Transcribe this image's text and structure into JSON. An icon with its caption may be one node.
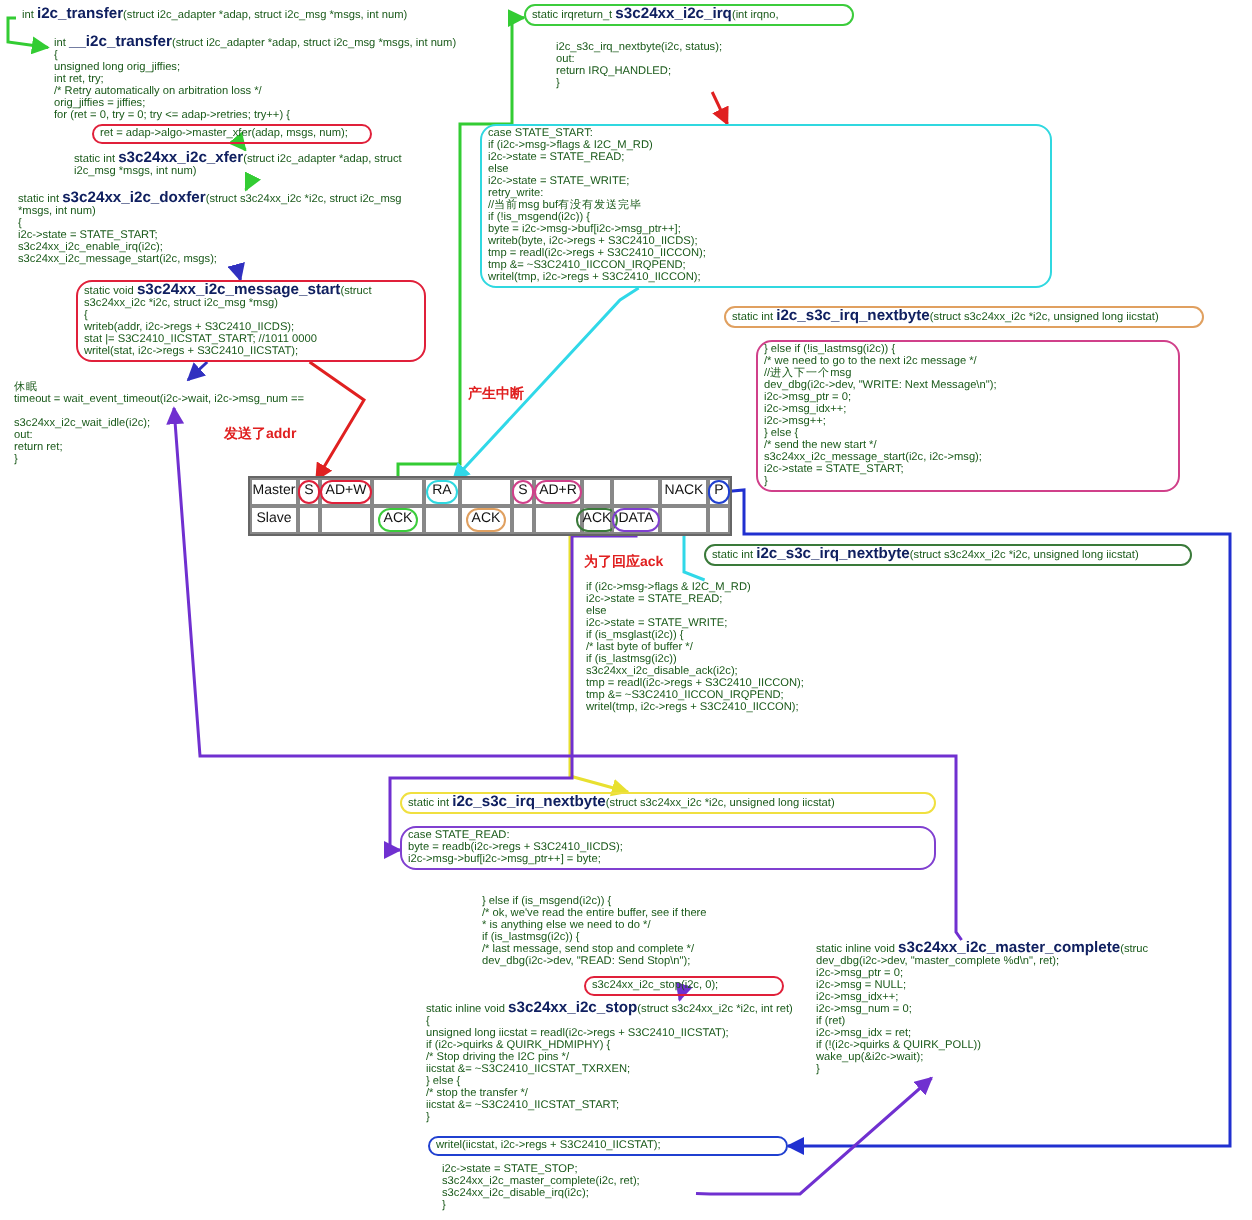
{
  "diagram": {
    "nodes": [
      {
        "text": [
          "int **i2c_transfer**(struct i2c_adapter *adap, struct i2c_msg *msgs, int num)"
        ]
      },
      {
        "text": [
          "int **__i2c_transfer**(struct i2c_adapter *adap, struct i2c_msg *msgs, int num)",
          "{",
          "unsigned long orig_jiffies;",
          "int ret, try;",
          "/* Retry automatically on arbitration loss */",
          "orig_jiffies = jiffies;",
          "for (ret = 0, try = 0; try <= adap->retries; try++) {"
        ]
      },
      {
        "text": [
          "ret = adap->algo->master_xfer(adap, msgs, num);"
        ]
      },
      {
        "text": [
          "static int **s3c24xx_i2c_xfer**(struct i2c_adapter *adap, struct i2c_msg *msgs, int num)"
        ]
      },
      {
        "text": [
          "static int **s3c24xx_i2c_doxfer**(struct s3c24xx_i2c *i2c, struct i2c_msg *msgs, int num)",
          "{",
          "i2c->state = STATE_START;",
          "s3c24xx_i2c_enable_irq(i2c);",
          "s3c24xx_i2c_message_start(i2c, msgs);"
        ]
      },
      {
        "text": [
          "static void **s3c24xx_i2c_message_start**(struct s3c24xx_i2c *i2c, struct i2c_msg *msg)",
          "{",
          "writeb(addr, i2c->regs + S3C2410_IICDS);",
          "stat |= S3C2410_IICSTAT_START; //1011 0000",
          "writel(stat, i2c->regs + S3C2410_IICSTAT);"
        ]
      },
      {
        "text": [
          "休眠",
          "timeout = wait_event_timeout(i2c->wait, i2c->msg_num =="
        ]
      },
      {
        "text": [
          "s3c24xx_i2c_wait_idle(i2c);",
          "out:",
          "return ret;",
          "}"
        ]
      },
      {
        "text": [
          "static irqreturn_t **s3c24xx_i2c_irq**(int irqno,"
        ]
      },
      {
        "text": [
          "i2c_s3c_irq_nextbyte(i2c, status);",
          "out:",
          "return IRQ_HANDLED;",
          "}"
        ]
      },
      {
        "text": [
          "case STATE_START:",
          "if (i2c->msg->flags & I2C_M_RD)",
          "i2c->state = STATE_READ;",
          "else",
          "i2c->state = STATE_WRITE;",
          "retry_write:",
          "//当前msg buf有没有发送完毕",
          "if (!is_msgend(i2c)) {",
          "byte = i2c->msg->buf[i2c->msg_ptr++];",
          "writeb(byte, i2c->regs + S3C2410_IICDS);",
          "tmp = readl(i2c->regs + S3C2410_IICCON);",
          "tmp &= ~S3C2410_IICCON_IRQPEND;",
          "writel(tmp, i2c->regs + S3C2410_IICCON);"
        ]
      },
      {
        "text": [
          "static int **i2c_s3c_irq_nextbyte**(struct s3c24xx_i2c *i2c, unsigned long iicstat)"
        ]
      },
      {
        "text": [
          "} else if (!is_lastmsg(i2c)) {",
          "/* we need to go to the next i2c message */",
          "//进入下一个msg",
          "dev_dbg(i2c->dev, \"WRITE: Next Message\\n\");",
          "i2c->msg_ptr = 0;",
          "i2c->msg_idx++;",
          "i2c->msg++;",
          "} else {",
          "/* send the new start */",
          "s3c24xx_i2c_message_start(i2c, i2c->msg);",
          "i2c->state = STATE_START;",
          "}"
        ]
      },
      {
        "text": [
          "static int **i2c_s3c_irq_nextbyte**(struct s3c24xx_i2c *i2c, unsigned long iicstat)"
        ]
      },
      {
        "text": [
          "if (i2c->msg->flags & I2C_M_RD)",
          "i2c->state = STATE_READ;",
          "else",
          "i2c->state = STATE_WRITE;",
          "if (is_msglast(i2c)) {",
          "/* last byte of buffer */",
          "if (is_lastmsg(i2c))",
          "s3c24xx_i2c_disable_ack(i2c);",
          "tmp = readl(i2c->regs + S3C2410_IICCON);",
          "tmp &= ~S3C2410_IICCON_IRQPEND;",
          "writel(tmp, i2c->regs + S3C2410_IICCON);"
        ]
      },
      {
        "text": [
          "static int **i2c_s3c_irq_nextbyte**(struct s3c24xx_i2c *i2c, unsigned long iicstat)"
        ]
      },
      {
        "text": [
          "case STATE_READ:",
          "byte = readb(i2c->regs + S3C2410_IICDS);",
          "i2c->msg->buf[i2c->msg_ptr++] = byte;"
        ]
      },
      {
        "text": [
          "} else if (is_msgend(i2c)) {",
          "/* ok, we've read the entire buffer, see if there",
          "* is anything else we need to do */",
          "if (is_lastmsg(i2c)) {",
          "/* last message, send stop and complete */",
          "dev_dbg(i2c->dev, \"READ: Send Stop\\n\");"
        ]
      },
      {
        "text": [
          "s3c24xx_i2c_stop(i2c, 0);"
        ]
      },
      {
        "text": [
          "static inline void **s3c24xx_i2c_stop**(struct s3c24xx_i2c *i2c, int ret)",
          "{",
          "unsigned long iicstat = readl(i2c->regs + S3C2410_IICSTAT);",
          "if (i2c->quirks & QUIRK_HDMIPHY) {",
          "/* Stop driving the I2C pins */",
          "iicstat &= ~S3C2410_IICSTAT_TXRXEN;",
          "} else {",
          "/* stop the transfer */",
          "iicstat &= ~S3C2410_IICSTAT_START;",
          "}"
        ]
      },
      {
        "text": [
          "writel(iicstat, i2c->regs + S3C2410_IICSTAT);"
        ]
      },
      {
        "text": [
          "i2c->state = STATE_STOP;",
          "s3c24xx_i2c_master_complete(i2c, ret);",
          "s3c24xx_i2c_disable_irq(i2c);",
          "}"
        ]
      },
      {
        "text": [
          "static inline void **s3c24xx_i2c_master_complete**(struc",
          "dev_dbg(i2c->dev, \"master_complete %d\\n\", ret);",
          "i2c->msg_ptr = 0;",
          "i2c->msg = NULL;",
          "i2c->msg_idx++;",
          "i2c->msg_num = 0;",
          "if (ret)",
          "i2c->msg_idx = ret;",
          "if (!(i2c->quirks & QUIRK_POLL))",
          "wake_up(&i2c->wait);",
          "}"
        ]
      },
      {
        "text": [],
        "shape": "box"
      },
      {
        "text": [
          "Master"
        ],
        "in": 23
      },
      {
        "text": [
          "S"
        ],
        "in": 23
      },
      {
        "text": [
          "AD+W"
        ],
        "in": 23
      },
      {
        "text": [
          "RA"
        ],
        "in": 23
      },
      {
        "text": [
          "S"
        ],
        "in": 23
      },
      {
        "text": [
          "AD+R"
        ],
        "in": 23
      },
      {
        "text": [
          "NACK"
        ],
        "in": 23
      },
      {
        "text": [
          "P"
        ],
        "in": 23
      },
      {
        "text": [
          "Slave"
        ],
        "in": 23
      },
      {
        "text": [
          "ACK"
        ],
        "in": 23
      },
      {
        "text": [
          "ACK"
        ],
        "in": 23
      },
      {
        "text": [
          "ACK"
        ],
        "in": 23
      },
      {
        "text": [
          "DATA"
        ],
        "in": 23
      }
    ],
    "edges": [
      {
        "from": 0,
        "to": 1,
        "arrow": "to",
        "color": "#33cc33"
      },
      {
        "from": 2,
        "to": 3,
        "arrow": "to",
        "color": "#33cc33"
      },
      {
        "from": 3,
        "to": 4,
        "arrow": "to",
        "color": "#33cc33"
      },
      {
        "from": 4,
        "to": 5,
        "arrow": "to",
        "color": "#3030c0"
      },
      {
        "from": 5,
        "to": 6,
        "arrow": "to",
        "color": "#3030c0"
      },
      {
        "from": 5,
        "to": 25,
        "arrow": "to",
        "color": "#e02020"
      },
      {
        "from": 33,
        "to": 8,
        "arrow": "to",
        "color": "#33cc33"
      },
      {
        "from": 9,
        "to": 10,
        "arrow": "to",
        "color": "#e02020"
      },
      {
        "from": 10,
        "to": 27,
        "arrow": "to",
        "color": "#30d8e8"
      },
      {
        "from": 14,
        "to": 30,
        "arrow": "to",
        "color": "#30d8e8"
      },
      {
        "from": 36,
        "to": 15,
        "arrow": "to",
        "color": "#e8e030"
      },
      {
        "from": 36,
        "to": 16,
        "arrow": "to",
        "color": "#7030d0"
      },
      {
        "from": 31,
        "to": 20,
        "arrow": "to",
        "color": "#2030d0"
      },
      {
        "from": 18,
        "to": 19,
        "arrow": "to",
        "color": "#7030d0"
      },
      {
        "from": 21,
        "to": 22,
        "arrow": "to",
        "color": "#7030d0"
      },
      {
        "from": 22,
        "to": 6,
        "arrow": "to",
        "color": "#7030d0"
      }
    ],
    "labels": [
      "产生中断",
      "发送了addr",
      "为了回应ack"
    ]
  }
}
